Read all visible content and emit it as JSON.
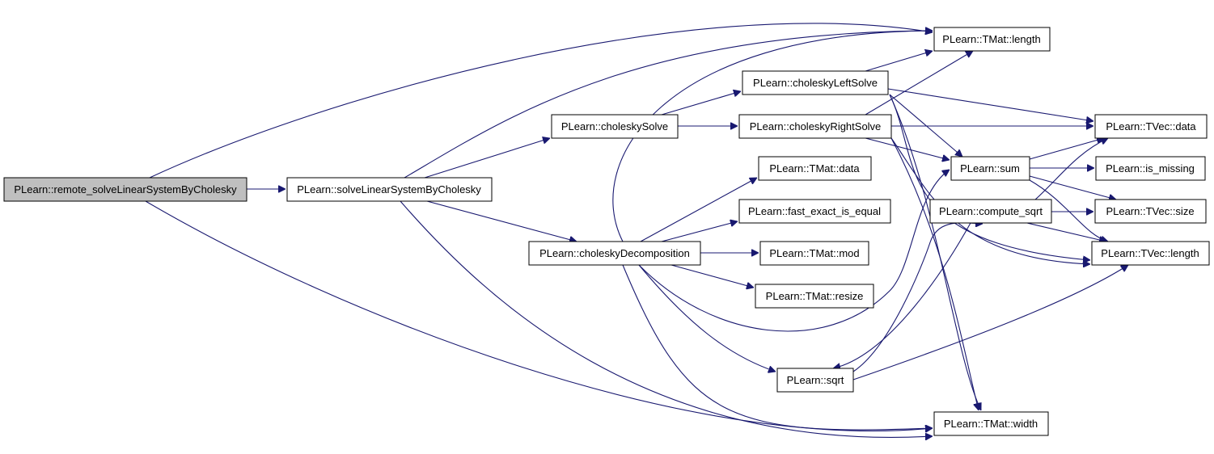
{
  "colors": {
    "edge": "#191970",
    "root_fill": "#bfbfbf",
    "node_fill": "#ffffff",
    "node_stroke": "#000000"
  },
  "nodes": [
    {
      "id": "remote",
      "label": "PLearn::remote_solveLinearSystemByCholesky",
      "root": true
    },
    {
      "id": "solve",
      "label": "PLearn::solveLinearSystemByCholesky"
    },
    {
      "id": "cholSolve",
      "label": "PLearn::choleskySolve"
    },
    {
      "id": "cholDecomp",
      "label": "PLearn::choleskyDecomposition"
    },
    {
      "id": "leftSolve",
      "label": "PLearn::choleskyLeftSolve"
    },
    {
      "id": "rightSolve",
      "label": "PLearn::choleskyRightSolve"
    },
    {
      "id": "tmatData",
      "label": "PLearn::TMat::data"
    },
    {
      "id": "fastEq",
      "label": "PLearn::fast_exact_is_equal"
    },
    {
      "id": "tmatMod",
      "label": "PLearn::TMat::mod"
    },
    {
      "id": "tmatResize",
      "label": "PLearn::TMat::resize"
    },
    {
      "id": "sqrt",
      "label": "PLearn::sqrt"
    },
    {
      "id": "tmatLength",
      "label": "PLearn::TMat::length"
    },
    {
      "id": "sum",
      "label": "PLearn::sum"
    },
    {
      "id": "computeSqrt",
      "label": "PLearn::compute_sqrt"
    },
    {
      "id": "tmatWidth",
      "label": "PLearn::TMat::width"
    },
    {
      "id": "tvecData",
      "label": "PLearn::TVec::data"
    },
    {
      "id": "isMissing",
      "label": "PLearn::is_missing"
    },
    {
      "id": "tvecSize",
      "label": "PLearn::TVec::size"
    },
    {
      "id": "tvecLength",
      "label": "PLearn::TVec::length"
    }
  ],
  "edges": [
    [
      "remote",
      "solve"
    ],
    [
      "remote",
      "tmatLength"
    ],
    [
      "remote",
      "tmatWidth"
    ],
    [
      "solve",
      "cholSolve"
    ],
    [
      "solve",
      "cholDecomp"
    ],
    [
      "solve",
      "tmatLength"
    ],
    [
      "solve",
      "tmatWidth"
    ],
    [
      "cholSolve",
      "leftSolve"
    ],
    [
      "cholSolve",
      "rightSolve"
    ],
    [
      "cholDecomp",
      "tmatData"
    ],
    [
      "cholDecomp",
      "fastEq"
    ],
    [
      "cholDecomp",
      "tmatMod"
    ],
    [
      "cholDecomp",
      "tmatResize"
    ],
    [
      "cholDecomp",
      "sqrt"
    ],
    [
      "cholDecomp",
      "tmatLength"
    ],
    [
      "cholDecomp",
      "tmatWidth"
    ],
    [
      "cholDecomp",
      "sum"
    ],
    [
      "leftSolve",
      "tmatLength"
    ],
    [
      "leftSolve",
      "tvecData"
    ],
    [
      "leftSolve",
      "sum"
    ],
    [
      "leftSolve",
      "tmatWidth"
    ],
    [
      "leftSolve",
      "tvecLength"
    ],
    [
      "rightSolve",
      "tmatLength"
    ],
    [
      "rightSolve",
      "tvecData"
    ],
    [
      "rightSolve",
      "sum"
    ],
    [
      "rightSolve",
      "tmatWidth"
    ],
    [
      "rightSolve",
      "tvecLength"
    ],
    [
      "sum",
      "tvecData"
    ],
    [
      "sum",
      "isMissing"
    ],
    [
      "sum",
      "tvecSize"
    ],
    [
      "sum",
      "tvecLength"
    ],
    [
      "computeSqrt",
      "tvecData"
    ],
    [
      "computeSqrt",
      "tvecSize"
    ],
    [
      "computeSqrt",
      "tvecLength"
    ],
    [
      "computeSqrt",
      "sqrt"
    ],
    [
      "sqrt",
      "computeSqrt"
    ],
    [
      "sqrt",
      "tvecLength"
    ]
  ]
}
